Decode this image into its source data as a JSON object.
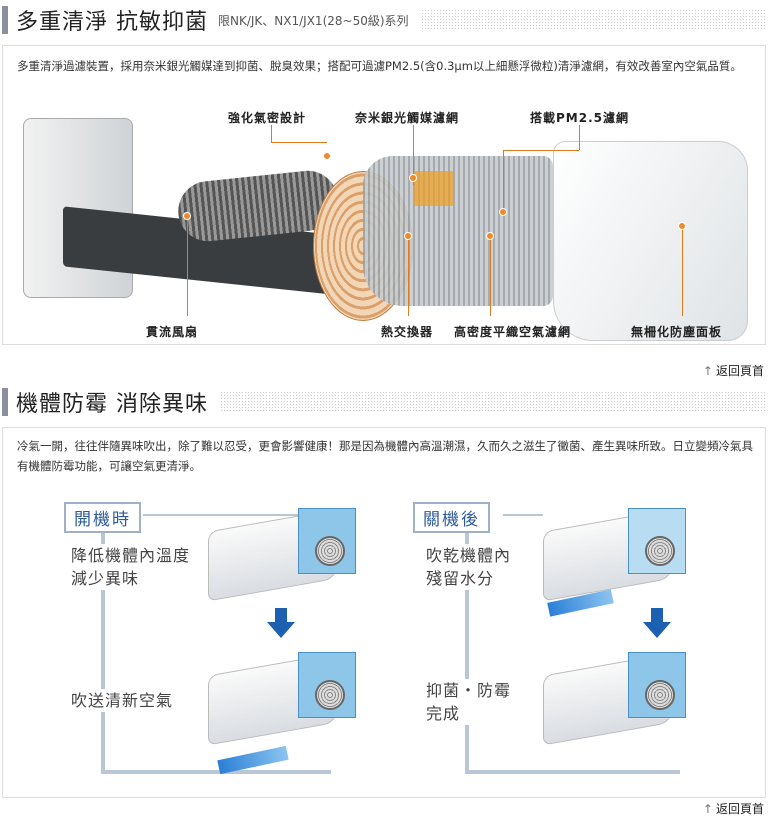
{
  "section1": {
    "title": "多重清淨 抗敏抑菌",
    "subtitle": "限NK/JK、NX1/JX1(28~50級)系列",
    "description": "多重清淨過濾裝置，採用奈米銀光觸媒達到抑菌、脫臭效果；搭配可過濾PM2.5(含0.3μm以上細懸浮微粒)清淨濾網，有效改善室內空氣品質。",
    "callouts_top": [
      "強化氣密設計",
      "奈米銀光觸媒濾網",
      "搭載PM2.5濾網"
    ],
    "callouts_bottom": [
      "貫流風扇",
      "熱交換器",
      "高密度平織空氣濾網",
      "無柵化防塵面板"
    ]
  },
  "back_to_top": "返回頁首",
  "section2": {
    "title": "機體防霉 消除異味",
    "description": "冷氣一開，往往伴隨異味吹出，除了難以忍受，更會影響健康！那是因為機體內高溫潮濕，久而久之滋生了黴菌、產生異味所致。日立變頻冷氣具有機體防霉功能，可讓空氣更清淨。",
    "left": {
      "tag": "開機時",
      "step1": [
        "降低機體內溫度",
        "減少異味"
      ],
      "step2": [
        "吹送清新空氣"
      ]
    },
    "right": {
      "tag": "關機後",
      "step1": [
        "吹乾機體內",
        "殘留水分"
      ],
      "step2": [
        "抑菌・防霉",
        "完成"
      ]
    }
  },
  "colors": {
    "accent": "#e07a20",
    "tag_text": "#2d5b9a",
    "arrow": "#1d5fb0"
  }
}
